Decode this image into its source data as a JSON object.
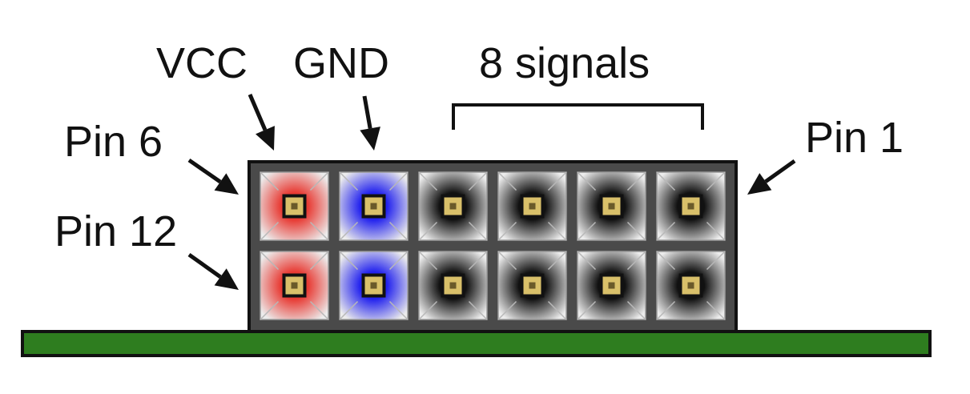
{
  "labels": {
    "vcc": "VCC",
    "gnd": "GND",
    "signals": "8 signals",
    "pin6": "Pin 6",
    "pin12": "Pin 12",
    "pin1": "Pin 1"
  },
  "header": {
    "rows": 2,
    "columns": 6,
    "column_roles": [
      "vcc",
      "gnd",
      "signal",
      "signal",
      "signal",
      "signal"
    ]
  },
  "colors": {
    "vcc": "#e83a33",
    "gnd": "#2222ee",
    "signal": "#111111",
    "housing": "#4a4a4a",
    "board": "#2e7d1f",
    "pin_gold": "#d9c06a"
  }
}
